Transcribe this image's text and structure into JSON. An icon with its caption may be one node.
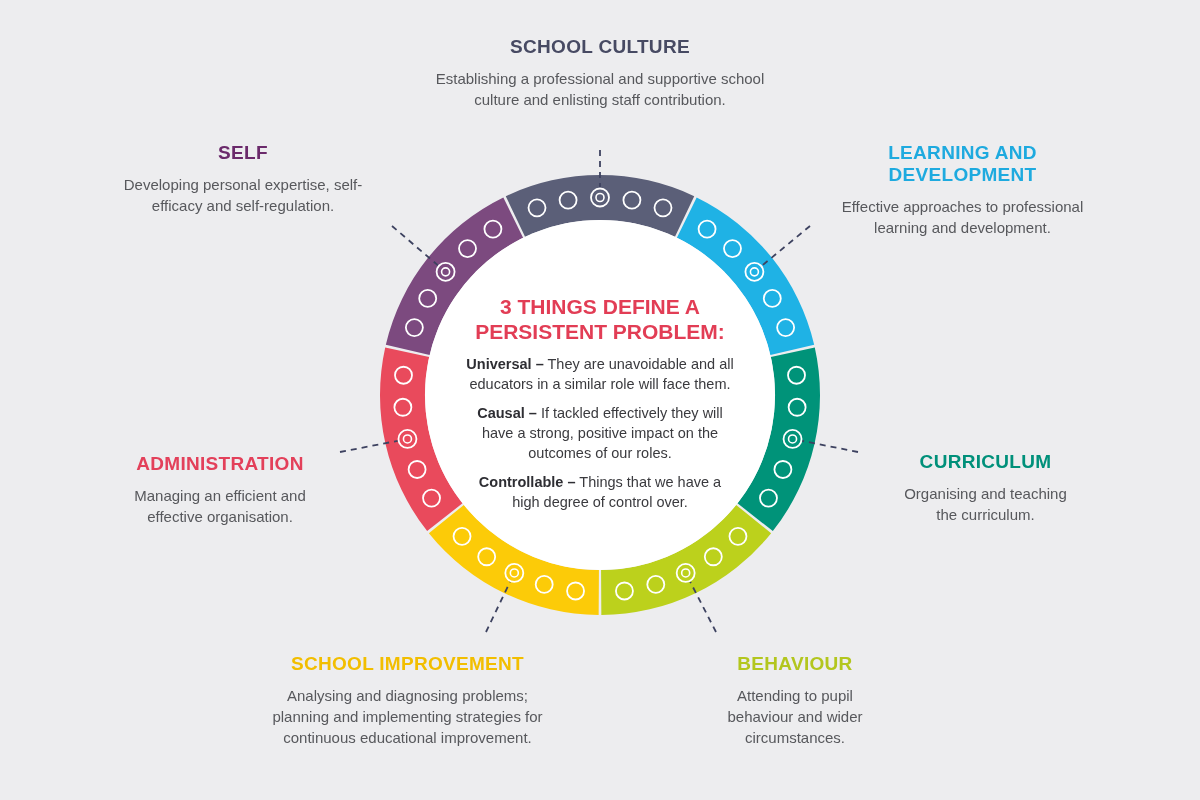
{
  "diagram": {
    "nodes": [
      {
        "text": [
          "SCHOOL CULTURE",
          "Establishing a professional and supportive school culture and enlisting staff contribution."
        ]
      },
      {
        "text": [
          "SELF",
          "Developing personal expertise, self-efficacy and self-regulation."
        ]
      },
      {
        "text": [
          "LEARNING AND DEVELOPMENT",
          "Effective approaches to professional learning and development."
        ]
      },
      {
        "text": [
          "ADMINISTRATION",
          "Managing an efficient and effective organisation."
        ]
      },
      {
        "text": [
          "CURRICULUM",
          "Organising and teaching the curriculum."
        ]
      },
      {
        "text": [
          "SCHOOL IMPROVEMENT",
          "Analysing and diagnosing problems; planning and implementing strategies for continuous educational improvement."
        ]
      },
      {
        "text": [
          "BEHAVIOUR",
          "Attending to pupil behaviour and wider circumstances."
        ]
      },
      {
        "text": [
          "3 THINGS DEFINE A PERSISTENT PROBLEM:",
          "**Universal –** They are unavoidable and all educators in a similar role will face them.",
          "**Causal –** If tackled effectively they will have a strong, positive impact on the outcomes of our roles.",
          "**Controllable –** Things that we have a high degree of control over."
        ]
      },
      {
        "text": [],
        "shape": "circle"
      },
      {
        "text": [],
        "shape": "circle"
      },
      {
        "text": [],
        "shape": "circle"
      },
      {
        "text": [],
        "shape": "circle"
      },
      {
        "text": [],
        "shape": "circle"
      },
      {
        "text": [],
        "shape": "circle"
      },
      {
        "text": [],
        "shape": "circle"
      }
    ],
    "edges": [
      {
        "from": 0,
        "to": 8,
        "arrow": "none",
        "style": "dashed"
      },
      {
        "from": 1,
        "to": 9,
        "arrow": "none",
        "style": "dashed"
      },
      {
        "from": 2,
        "to": 10,
        "arrow": "none",
        "style": "dashed"
      },
      {
        "from": 3,
        "to": 11,
        "arrow": "none",
        "style": "dashed"
      },
      {
        "from": 4,
        "to": 12,
        "arrow": "none",
        "style": "dashed"
      },
      {
        "from": 5,
        "to": 13,
        "arrow": "none",
        "style": "dashed"
      },
      {
        "from": 6,
        "to": 14,
        "arrow": "none",
        "style": "dashed"
      }
    ]
  }
}
